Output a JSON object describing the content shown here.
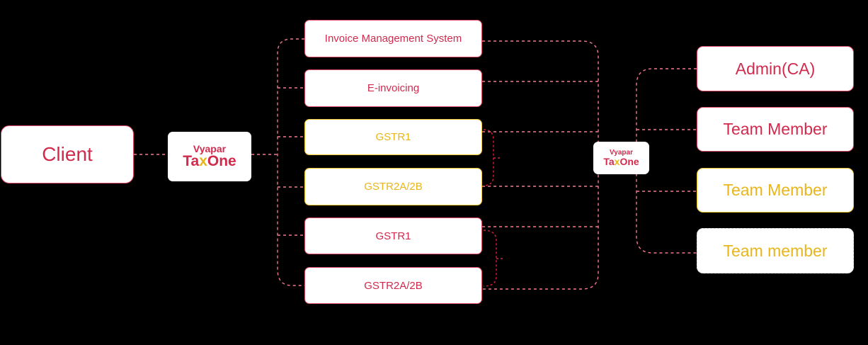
{
  "client": {
    "label": "Client"
  },
  "logo": {
    "line1": "Vyapar",
    "line2_a": "Ta",
    "line2_x": "x",
    "line2_b": "One"
  },
  "modules": [
    {
      "label": "Invoice Management System",
      "color": "#d12a4d"
    },
    {
      "label": "E-invoicing",
      "color": "#d12a4d"
    },
    {
      "label": "GSTR1",
      "color": "#e8b61c"
    },
    {
      "label": "GSTR2A/2B",
      "color": "#e8b61c"
    },
    {
      "label": "GSTR1",
      "color": "#d12a4d"
    },
    {
      "label": "GSTR2A/2B",
      "color": "#d12a4d"
    }
  ],
  "users": [
    {
      "label": "Admin(CA)",
      "color": "#d12a4d"
    },
    {
      "label": "Team Member",
      "color": "#d12a4d"
    },
    {
      "label": "Team Member",
      "color": "#e8b61c"
    },
    {
      "label": "Team member",
      "color": "#e8b61c"
    }
  ],
  "colors": {
    "background": "#000000",
    "connector": "#f07a8e",
    "brand_red": "#d12a4d",
    "brand_yellow": "#e8b61c"
  }
}
